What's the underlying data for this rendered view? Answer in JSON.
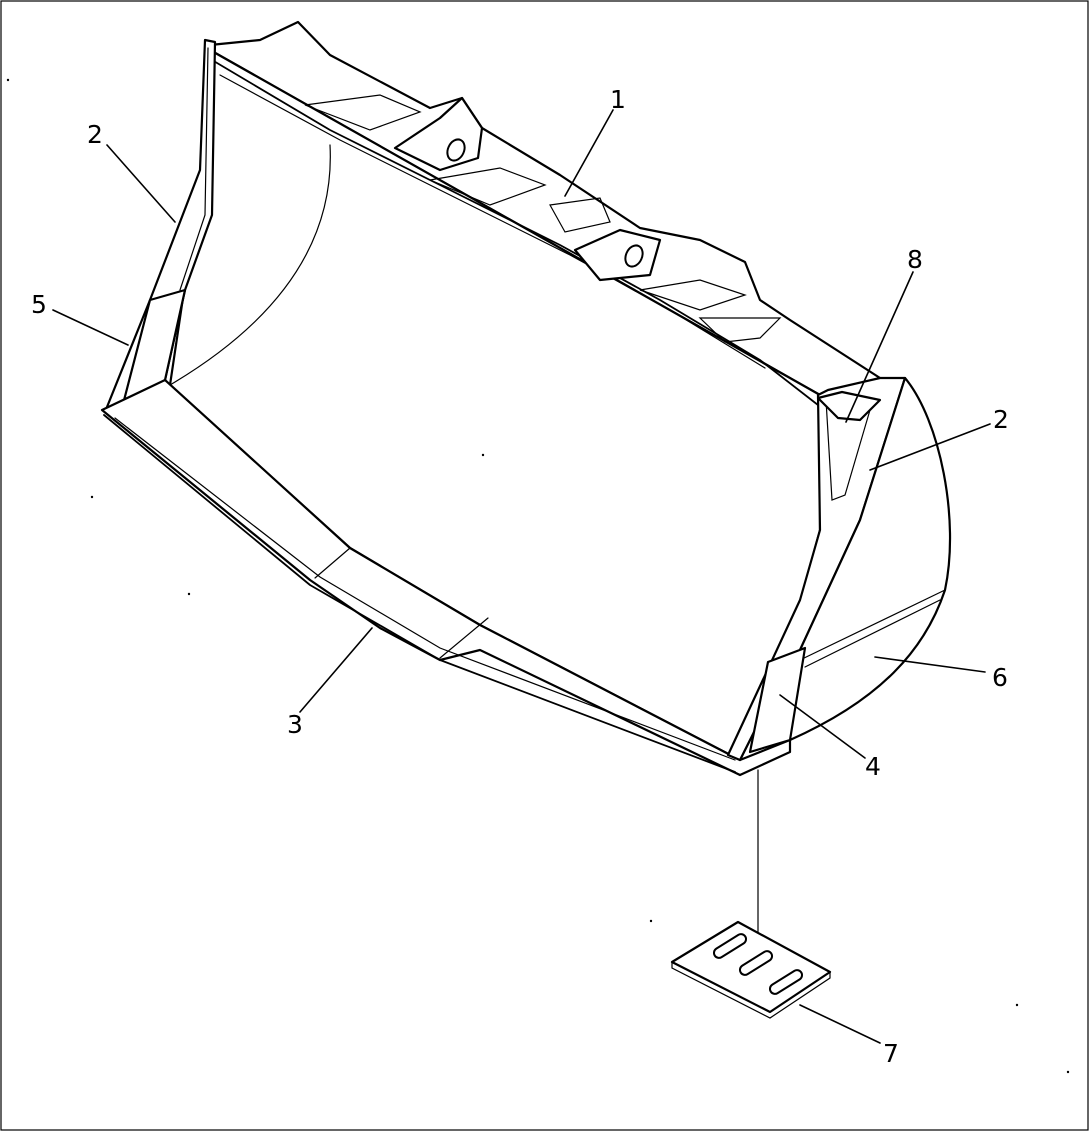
{
  "callouts": [
    {
      "id": "1",
      "label": "1"
    },
    {
      "id": "2-left",
      "label": "2"
    },
    {
      "id": "2-right",
      "label": "2"
    },
    {
      "id": "3",
      "label": "3"
    },
    {
      "id": "4",
      "label": "4"
    },
    {
      "id": "5",
      "label": "5"
    },
    {
      "id": "6",
      "label": "6"
    },
    {
      "id": "7",
      "label": "7"
    },
    {
      "id": "8",
      "label": "8"
    }
  ]
}
